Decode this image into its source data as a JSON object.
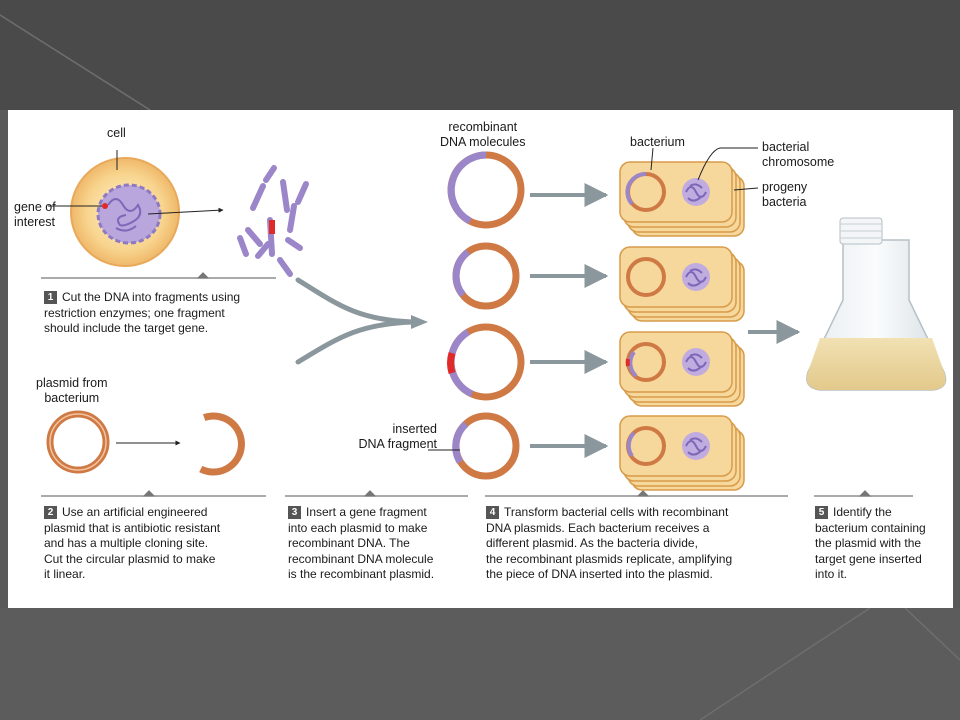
{
  "labels": {
    "cell": "cell",
    "gene_of_interest": [
      "gene of",
      "interest"
    ],
    "recombinant_dna": [
      "recombinant",
      "DNA molecules"
    ],
    "bacterium": "bacterium",
    "bacterial_chromosome": [
      "bacterial",
      "chromosome"
    ],
    "progeny_bacteria": [
      "progeny",
      "bacteria"
    ],
    "plasmid_from_bacterium": [
      "plasmid from",
      "bacterium"
    ],
    "inserted_dna_fragment": [
      "inserted",
      "DNA fragment"
    ]
  },
  "steps": [
    {
      "num": "1",
      "lines": [
        "Cut the DNA into fragments using",
        "restriction enzymes; one fragment",
        "should include the target gene."
      ]
    },
    {
      "num": "2",
      "lines": [
        "Use an artificial engineered",
        "plasmid that is antibiotic resistant",
        "and has a multiple cloning site.",
        "Cut the circular plasmid to make",
        "it linear."
      ]
    },
    {
      "num": "3",
      "lines": [
        "Insert a gene fragment",
        "into each plasmid to make",
        "recombinant DNA. The",
        "recombinant DNA molecule",
        "is the recombinant plasmid."
      ]
    },
    {
      "num": "4",
      "lines": [
        "Transform bacterial cells with recombinant",
        "DNA plasmids. Each bacterium receives a",
        "different plasmid. As the bacteria divide,",
        "the recombinant plasmids replicate, amplifying",
        "the piece of DNA inserted into the plasmid."
      ]
    },
    {
      "num": "5",
      "lines": [
        "Identify the",
        "bacterium containing",
        "the plasmid with the",
        "target gene inserted",
        "into it."
      ]
    }
  ],
  "colors": {
    "background": "#5a5a5a",
    "plasmid_orange": "#cf7a45",
    "dna_purple": "#9b86c9",
    "insert_red": "#e02a2a",
    "cell_fill": "#f7d48f",
    "bacterium_fill": "#f6d79c",
    "arrow_gray": "#8a979c"
  }
}
